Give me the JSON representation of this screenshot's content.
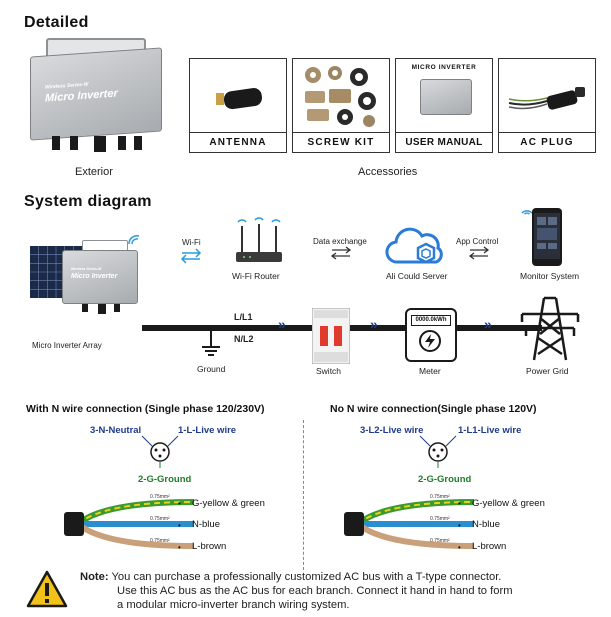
{
  "detailed": {
    "heading": "Detailed",
    "exterior_caption": "Exterior",
    "accessories_caption": "Accessories",
    "inverter_brand": "Wireless Series-W",
    "inverter_name": "Micro Inverter",
    "accessories": [
      {
        "label": "ANTENNA"
      },
      {
        "label": "SCREW KIT"
      },
      {
        "label": "USER MANUAL",
        "header": "MICRO INVERTER"
      },
      {
        "label": "AC PLUG"
      }
    ]
  },
  "system": {
    "heading": "System diagram",
    "wifi": "Wi-Fi",
    "data_exchange": "Data exchange",
    "app_control": "App Control",
    "wifi_router": "Wi-Fi Router",
    "cloud_server": "Ali Could Server",
    "monitor_system": "Monitor System",
    "array": "Micro Inverter Array",
    "l_l1": "L/L1",
    "n_l2": "N/L2",
    "ground": "Ground",
    "switch": "Switch",
    "meter": "Meter",
    "meter_reading": "0000.0kWh",
    "power_grid": "Power Grid"
  },
  "wiring": {
    "left": {
      "title": "With N wire connection (Single phase 120/230V)",
      "top_left": "3-N-Neutral",
      "top_right": "1-L-Live wire",
      "ground": "2-G-Ground",
      "wires": [
        {
          "size": "0.75mm²",
          "label": "G-yellow & green"
        },
        {
          "size": "0.75mm²",
          "label": "N-blue"
        },
        {
          "size": "0.75mm²",
          "label": "L-brown"
        }
      ]
    },
    "right": {
      "title": "No N wire connection(Single phase 120V)",
      "top_left": "3-L2-Live wire",
      "top_right": "1-L1-Live wire",
      "ground": "2-G-Ground",
      "wires": [
        {
          "size": "0.75mm²",
          "label": "G-yellow & green"
        },
        {
          "size": "0.75mm²",
          "label": "N-blue"
        },
        {
          "size": "0.75mm²",
          "label": "L-brown"
        }
      ]
    }
  },
  "note": {
    "label": "Note:",
    "line1": "You can purchase a professionally customized AC bus with a T-type connector.",
    "line2": "Use this AC bus as the AC bus for each branch. Connect it hand in hand to form",
    "line3": "a modular micro-inverter branch wiring system."
  },
  "colors": {
    "wire_green": "#3a9a2e",
    "wire_yellow": "#e8d21a",
    "wire_blue": "#2a8fd1",
    "wire_brown": "#c9a07a",
    "arrow_blue": "#1e3a8a",
    "cloud_blue": "#2b7bd8"
  }
}
